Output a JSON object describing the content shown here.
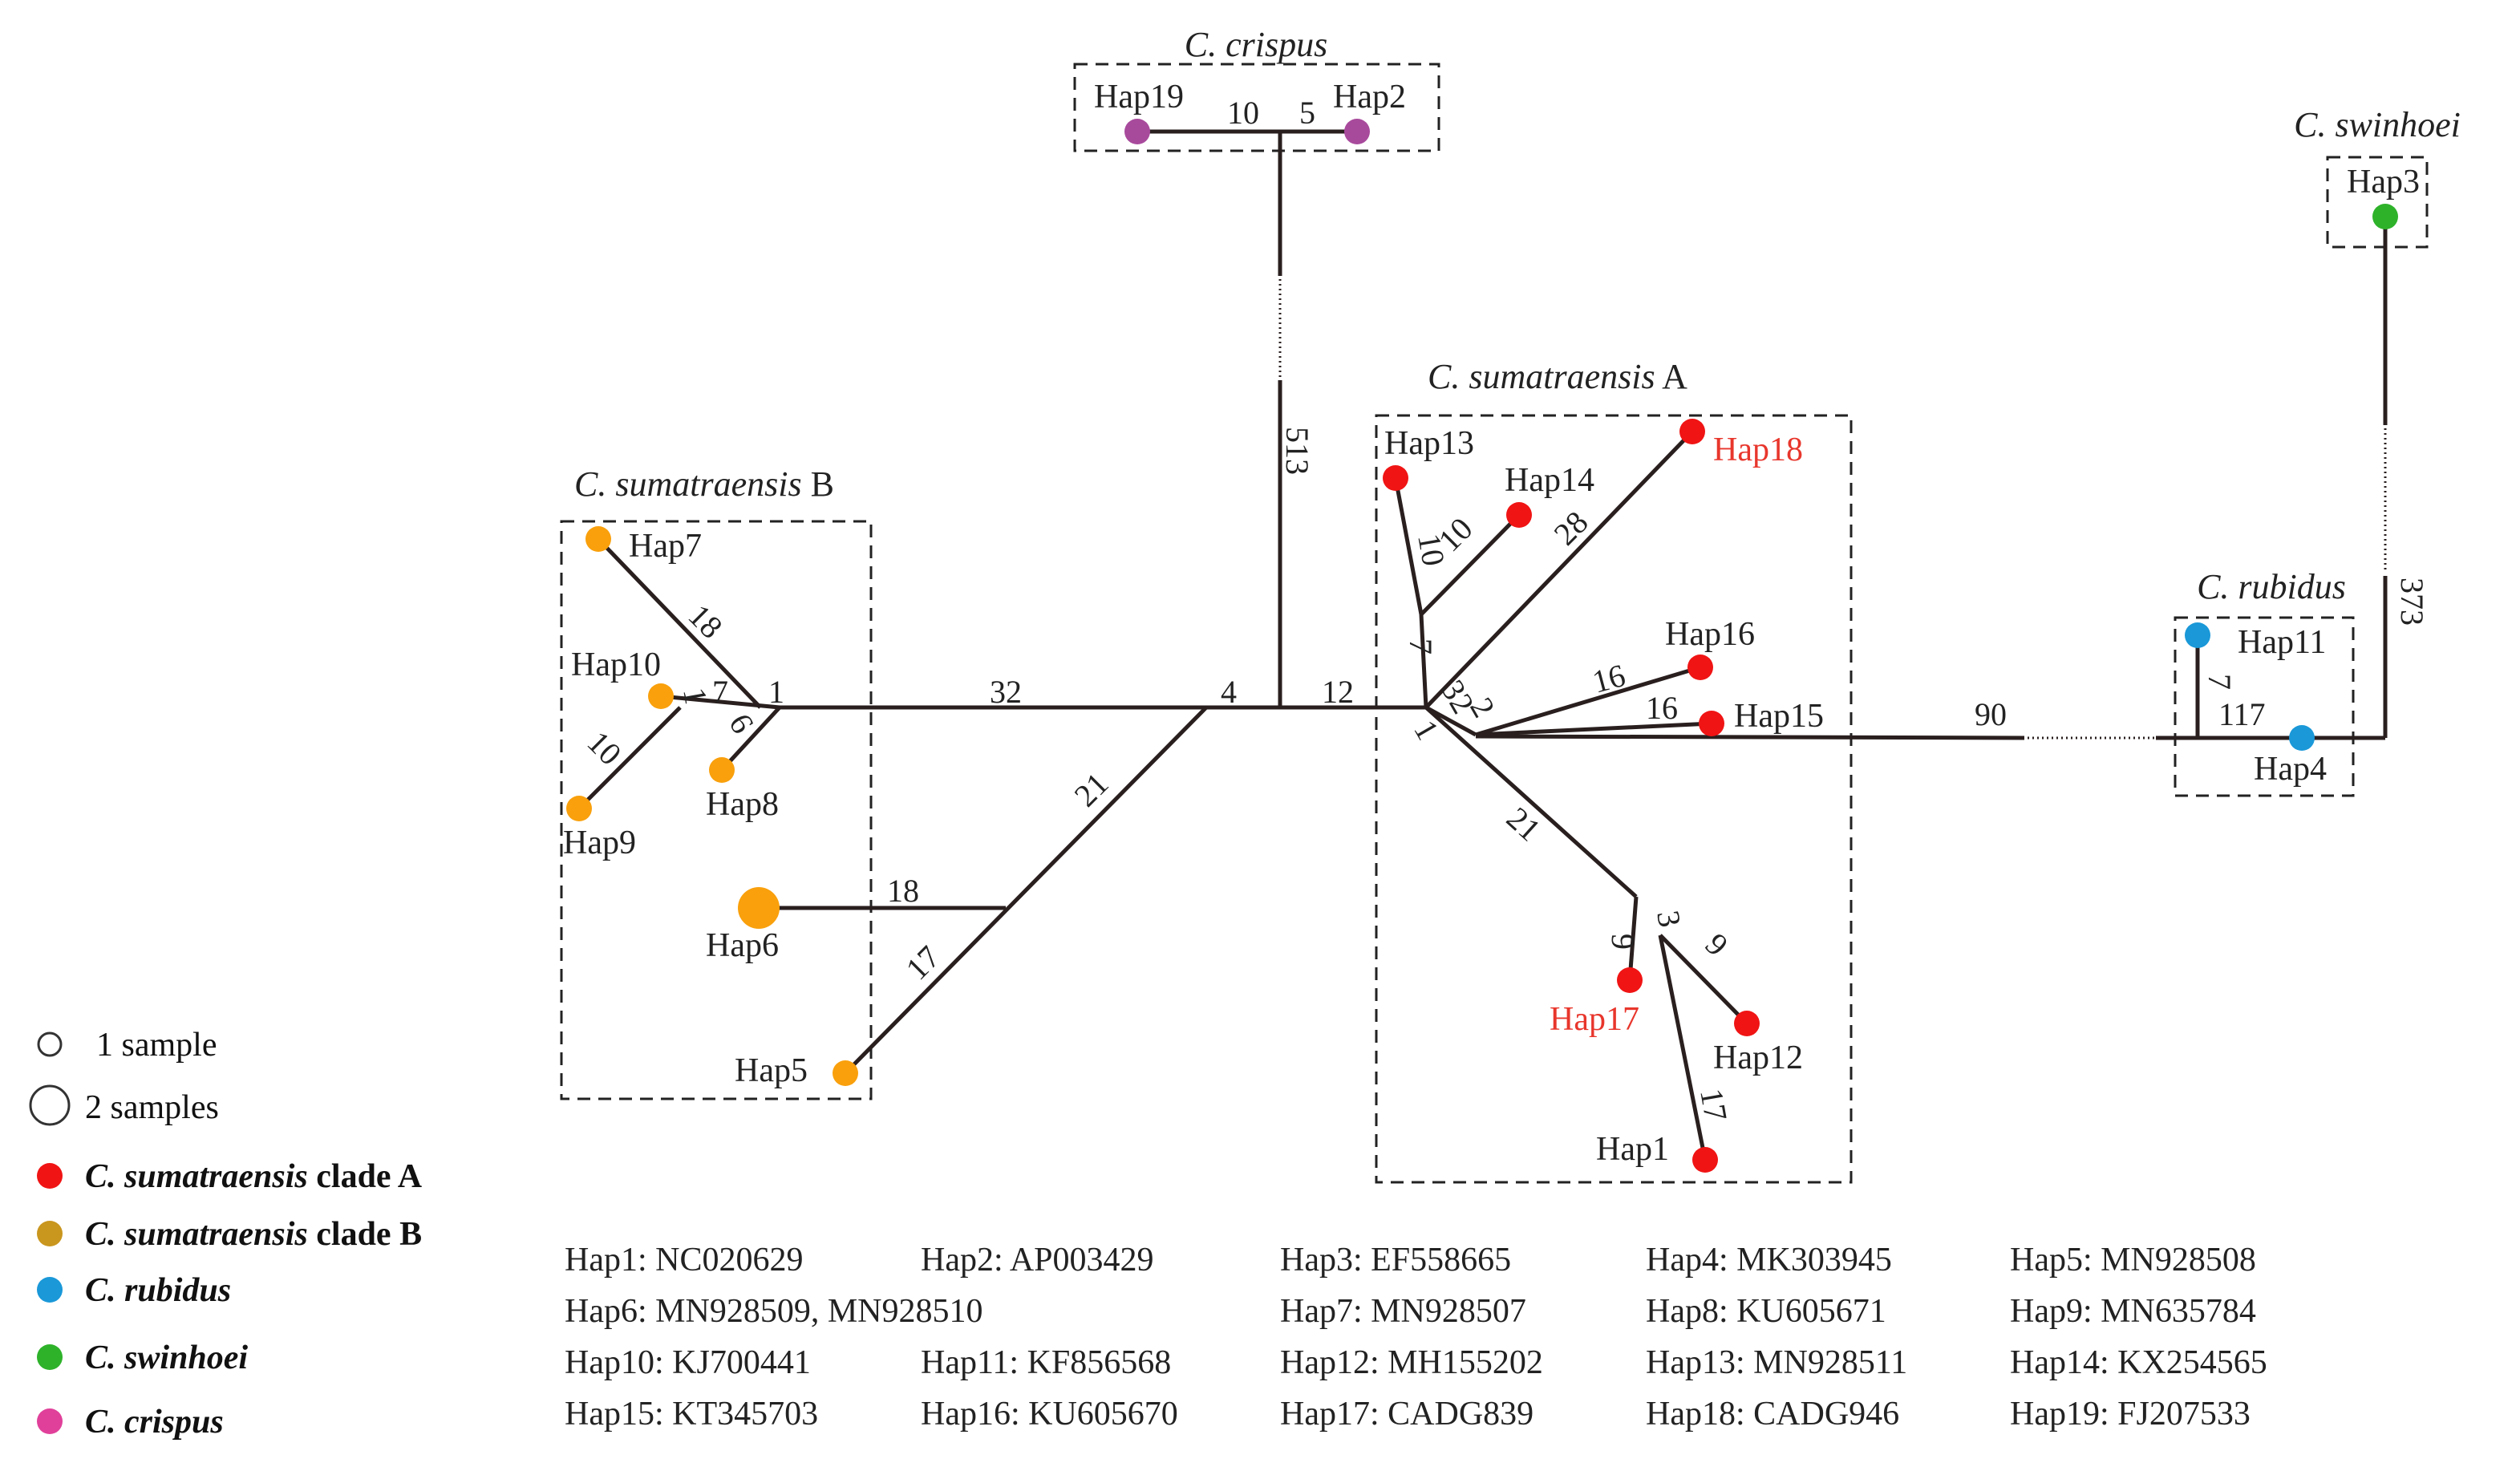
{
  "groups": {
    "crispus": "C. crispus",
    "swinhoei": "C. swinhoei",
    "sumA_italic": "C. sumatraensis",
    "sumA_suffix": "A",
    "sumB_italic": "C. sumatraensis",
    "sumB_suffix": "B",
    "rubidus": "C. rubidus"
  },
  "haplotypes": {
    "hap1": "Hap1",
    "hap2": "Hap2",
    "hap3": "Hap3",
    "hap4": "Hap4",
    "hap5": "Hap5",
    "hap6": "Hap6",
    "hap7": "Hap7",
    "hap8": "Hap8",
    "hap9": "Hap9",
    "hap10": "Hap10",
    "hap11": "Hap11",
    "hap12": "Hap12",
    "hap13": "Hap13",
    "hap14": "Hap14",
    "hap15": "Hap15",
    "hap16": "Hap16",
    "hap17": "Hap17",
    "hap18": "Hap18",
    "hap19": "Hap19"
  },
  "mutations": {
    "m_crispus_10": "10",
    "m_crispus_5": "5",
    "m_513": "513",
    "m_373": "373",
    "m_90": "90",
    "m_117": "117",
    "m_7_rubidus": "7",
    "m_32": "32",
    "m_4": "4",
    "m_12": "12",
    "m_hap7_18": "18",
    "m_1_a": "1",
    "m_7_b": "7",
    "m_1_b": "1",
    "m_hap9_10": "10",
    "m_hap8_6": "6",
    "m_21_b": "21",
    "m_hap6_18": "18",
    "m_hap5_17": "17",
    "m_hap13_10": "10",
    "m_hap14_10": "10",
    "m_hap18_28": "28",
    "m_7_a": "7",
    "m_3_2": "32",
    "m_2": "2",
    "m_1_c": "1",
    "m_hap16_16": "16",
    "m_hap15_16": "16",
    "m_21_a": "21",
    "m_3": "3",
    "m_hap17_9": "9",
    "m_hap12_9": "9",
    "m_hap1_17": "17"
  },
  "legend": {
    "size1": "1 sample",
    "size2": "2 samples",
    "cladeA_italic": "C. sumatraensis",
    "cladeA_bold": "clade A",
    "cladeB_italic": "C. sumatraensis",
    "cladeB_bold": "clade B",
    "rubidus": "C. rubidus",
    "swinhoei": "C. swinhoei",
    "crispus": "C. crispus"
  },
  "accessions": {
    "a1": "Hap1: NC020629",
    "a2": "Hap2: AP003429",
    "a3": "Hap3: EF558665",
    "a4": "Hap4: MK303945",
    "a5": "Hap5: MN928508",
    "a6": "Hap6: MN928509, MN928510",
    "a7": "Hap7: MN928507",
    "a8": "Hap8: KU605671",
    "a9": "Hap9: MN635784",
    "a10": "Hap10: KJ700441",
    "a11": "Hap11: KF856568",
    "a12": "Hap12: MH155202",
    "a13": "Hap13: MN928511",
    "a14": "Hap14: KX254565",
    "a15": "Hap15: KT345703",
    "a16": "Hap16: KU605670",
    "a17": "Hap17: CADG839",
    "a18": "Hap18: CADG946",
    "a19": "Hap19: FJ207533"
  },
  "colors": {
    "cladeA": "#f01414",
    "cladeB": "#f9a00c",
    "cladeB_legend": "#c9961e",
    "rubidus": "#1a98d8",
    "swinhoei": "#2eb22a",
    "crispus": "#a84a9c",
    "crispus_legend": "#e0409a",
    "highlight_text": "#e8362c"
  }
}
